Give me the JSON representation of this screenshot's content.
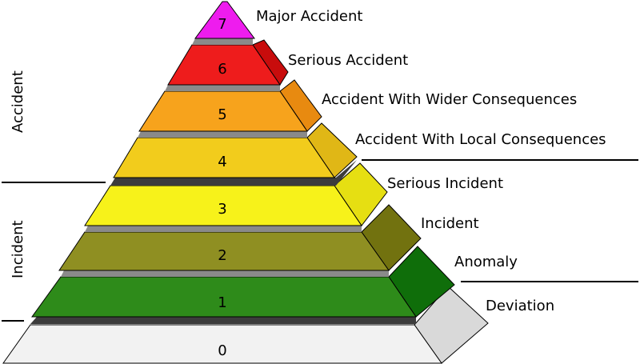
{
  "diagram": {
    "levels": [
      {
        "number": "0",
        "label": "Deviation",
        "face": "#f2f2f2",
        "side": "#d9d9d9"
      },
      {
        "number": "1",
        "label": "Anomaly",
        "face": "#2e8b1a",
        "side": "#0f6e0a"
      },
      {
        "number": "2",
        "label": "Incident",
        "face": "#8f8f22",
        "side": "#72720f"
      },
      {
        "number": "3",
        "label": "Serious Incident",
        "face": "#f7f21a",
        "side": "#e6df12"
      },
      {
        "number": "4",
        "label": "Accident With Local Consequences",
        "face": "#f2cc1c",
        "side": "#e0b716"
      },
      {
        "number": "5",
        "label": "Accident With Wider Consequences",
        "face": "#f7a31c",
        "side": "#e88a10"
      },
      {
        "number": "6",
        "label": "Serious Accident",
        "face": "#ee1c1c",
        "side": "#c80c0c"
      },
      {
        "number": "7",
        "label": "Major Accident",
        "face": "#ee1cee",
        "side": "#c80cc8"
      }
    ],
    "groups": {
      "accident": "Accident",
      "incident": "Incident"
    }
  }
}
